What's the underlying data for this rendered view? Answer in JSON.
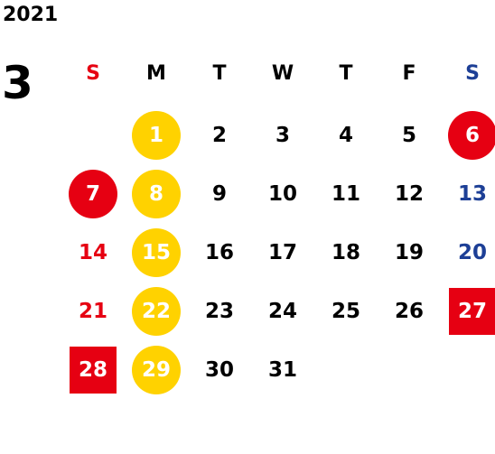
{
  "year": "2021",
  "month": "3",
  "colors": {
    "text": "#000000",
    "sunday": "#e60012",
    "saturday": "#1d3f96",
    "holiday_red": "#e60012",
    "yellow": "#ffd200",
    "on_mark": "#ffffff"
  },
  "weekdays": [
    {
      "label": "S",
      "type": "sunday"
    },
    {
      "label": "M",
      "type": "weekday"
    },
    {
      "label": "T",
      "type": "weekday"
    },
    {
      "label": "W",
      "type": "weekday"
    },
    {
      "label": "T",
      "type": "weekday"
    },
    {
      "label": "F",
      "type": "weekday"
    },
    {
      "label": "S",
      "type": "saturday"
    }
  ],
  "weeks": [
    [
      null,
      {
        "d": "1",
        "mark": "yellow-circle"
      },
      {
        "d": "2"
      },
      {
        "d": "3"
      },
      {
        "d": "4"
      },
      {
        "d": "5"
      },
      {
        "d": "6",
        "mark": "red-circle"
      }
    ],
    [
      {
        "d": "7",
        "mark": "red-circle"
      },
      {
        "d": "8",
        "mark": "yellow-circle"
      },
      {
        "d": "9"
      },
      {
        "d": "10"
      },
      {
        "d": "11"
      },
      {
        "d": "12"
      },
      {
        "d": "13"
      }
    ],
    [
      {
        "d": "14"
      },
      {
        "d": "15",
        "mark": "yellow-circle"
      },
      {
        "d": "16"
      },
      {
        "d": "17"
      },
      {
        "d": "18"
      },
      {
        "d": "19"
      },
      {
        "d": "20"
      }
    ],
    [
      {
        "d": "21"
      },
      {
        "d": "22",
        "mark": "yellow-circle"
      },
      {
        "d": "23"
      },
      {
        "d": "24"
      },
      {
        "d": "25"
      },
      {
        "d": "26"
      },
      {
        "d": "27",
        "mark": "red-square"
      }
    ],
    [
      {
        "d": "28",
        "mark": "red-square"
      },
      {
        "d": "29",
        "mark": "yellow-circle"
      },
      {
        "d": "30"
      },
      {
        "d": "31"
      },
      null,
      null,
      null
    ]
  ]
}
